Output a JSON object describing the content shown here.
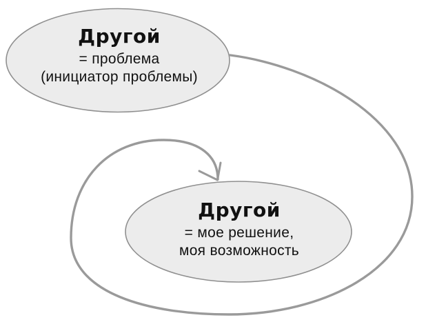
{
  "diagram": {
    "top_ellipse": {
      "title": "Другой",
      "subtitle_line1": "= проблема",
      "subtitle_line2": "(инициатор проблемы)"
    },
    "bottom_ellipse": {
      "title": "Другой",
      "subtitle_line1": "= мое решение,",
      "subtitle_line2": "моя возможность"
    },
    "colors": {
      "background": "#ffffff",
      "ellipse_fill": "#ececec",
      "ellipse_stroke": "#8f8f8f",
      "arrow_stroke": "#9a9a9a",
      "text": "#111111"
    }
  }
}
